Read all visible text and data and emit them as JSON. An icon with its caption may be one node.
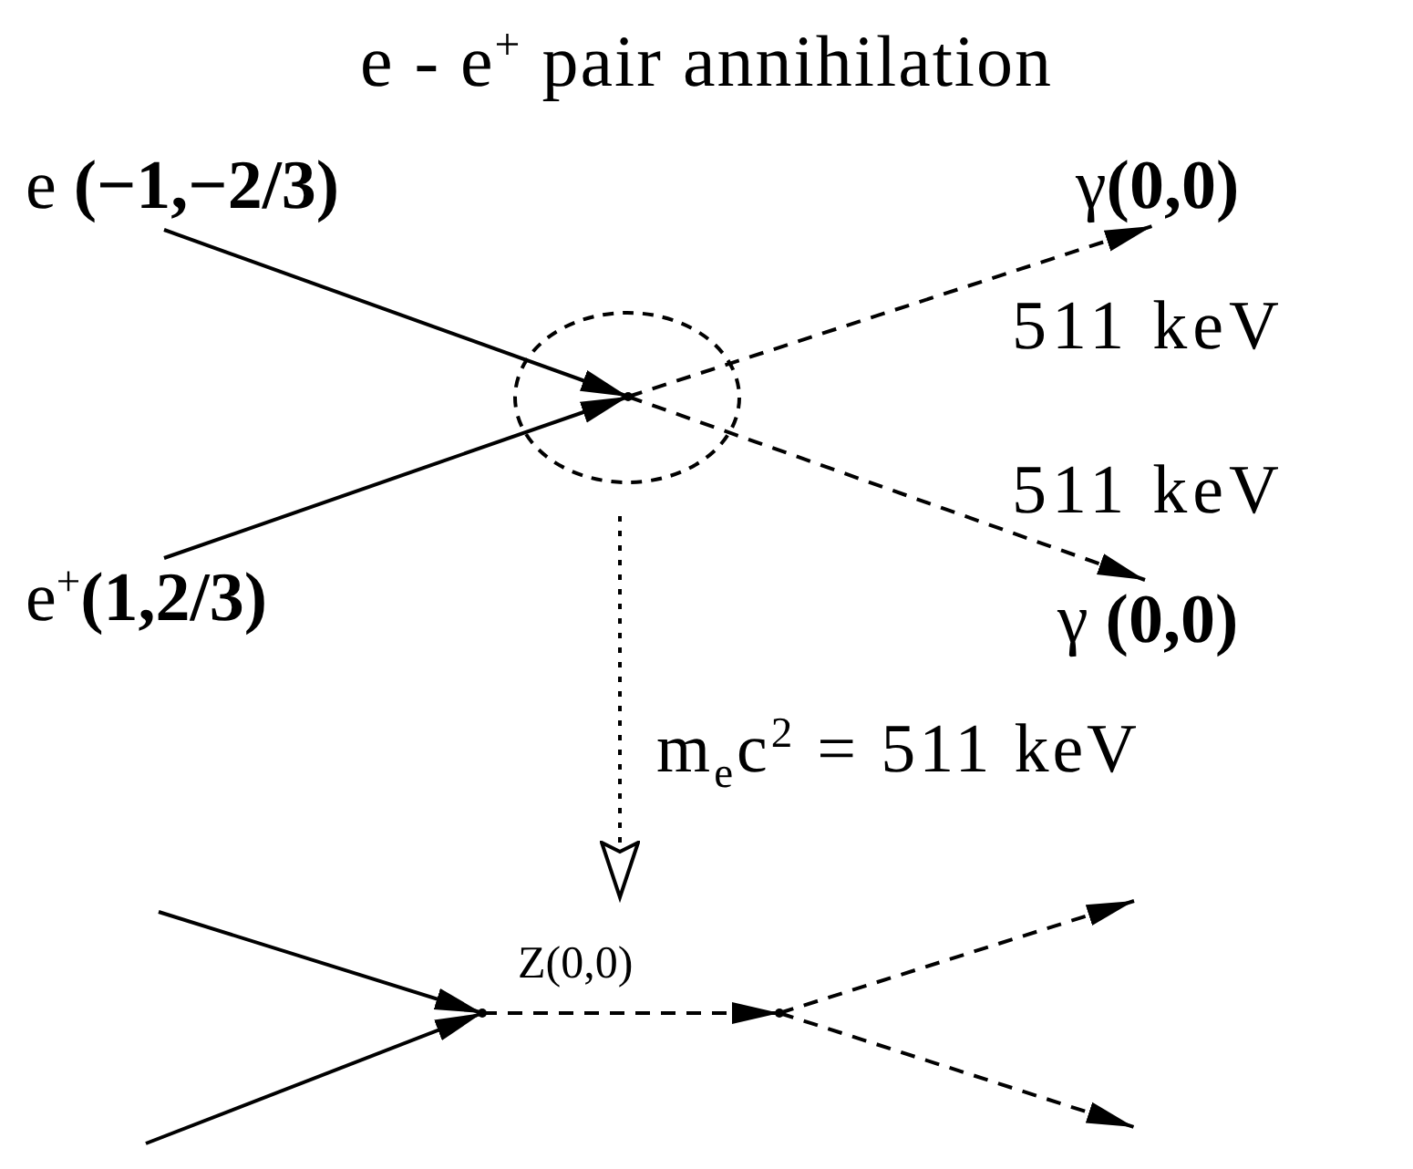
{
  "diagram": {
    "title": "e - e$^{+}$ pair annihilation",
    "nodes": [
      {
        "text": [
          "e **(−1,−2/3)**"
        ]
      },
      {
        "text": [
          "e$^{+}$**(1,2/3)**"
        ]
      },
      {
        "text": [],
        "shape": "circle"
      },
      {
        "text": [],
        "shape": "point",
        "in": 2
      },
      {
        "text": [
          "γ**(0,0)**"
        ],
        "beside": [
          "511 keV"
        ]
      },
      {
        "text": [
          "γ **(0,0)**"
        ],
        "beside": [
          "511 keV"
        ]
      },
      {
        "text": [],
        "shape": "point"
      },
      {
        "text": [],
        "shape": "point"
      }
    ],
    "edges": [
      {
        "from": 0,
        "to": 3,
        "arrow": "to"
      },
      {
        "from": 1,
        "to": 3,
        "arrow": "to"
      },
      {
        "from": 3,
        "to": 4,
        "arrow": "to",
        "style": "dashed"
      },
      {
        "from": 3,
        "to": 5,
        "arrow": "to",
        "style": "dashed"
      },
      {
        "from": 2,
        "to": null,
        "arrow": "to",
        "style": "dashed",
        "label": "m$_{e}$c$^{2}$ = 511 keV"
      },
      {
        "from": null,
        "to": 6,
        "arrow": "to"
      },
      {
        "from": null,
        "to": 6,
        "arrow": "to"
      },
      {
        "from": 6,
        "to": 7,
        "arrow": "to",
        "style": "dashed",
        "label": "Z(0,0)"
      },
      {
        "from": 7,
        "to": null,
        "arrow": "to",
        "style": "dashed"
      },
      {
        "from": 7,
        "to": null,
        "arrow": "to",
        "style": "dashed"
      }
    ]
  }
}
